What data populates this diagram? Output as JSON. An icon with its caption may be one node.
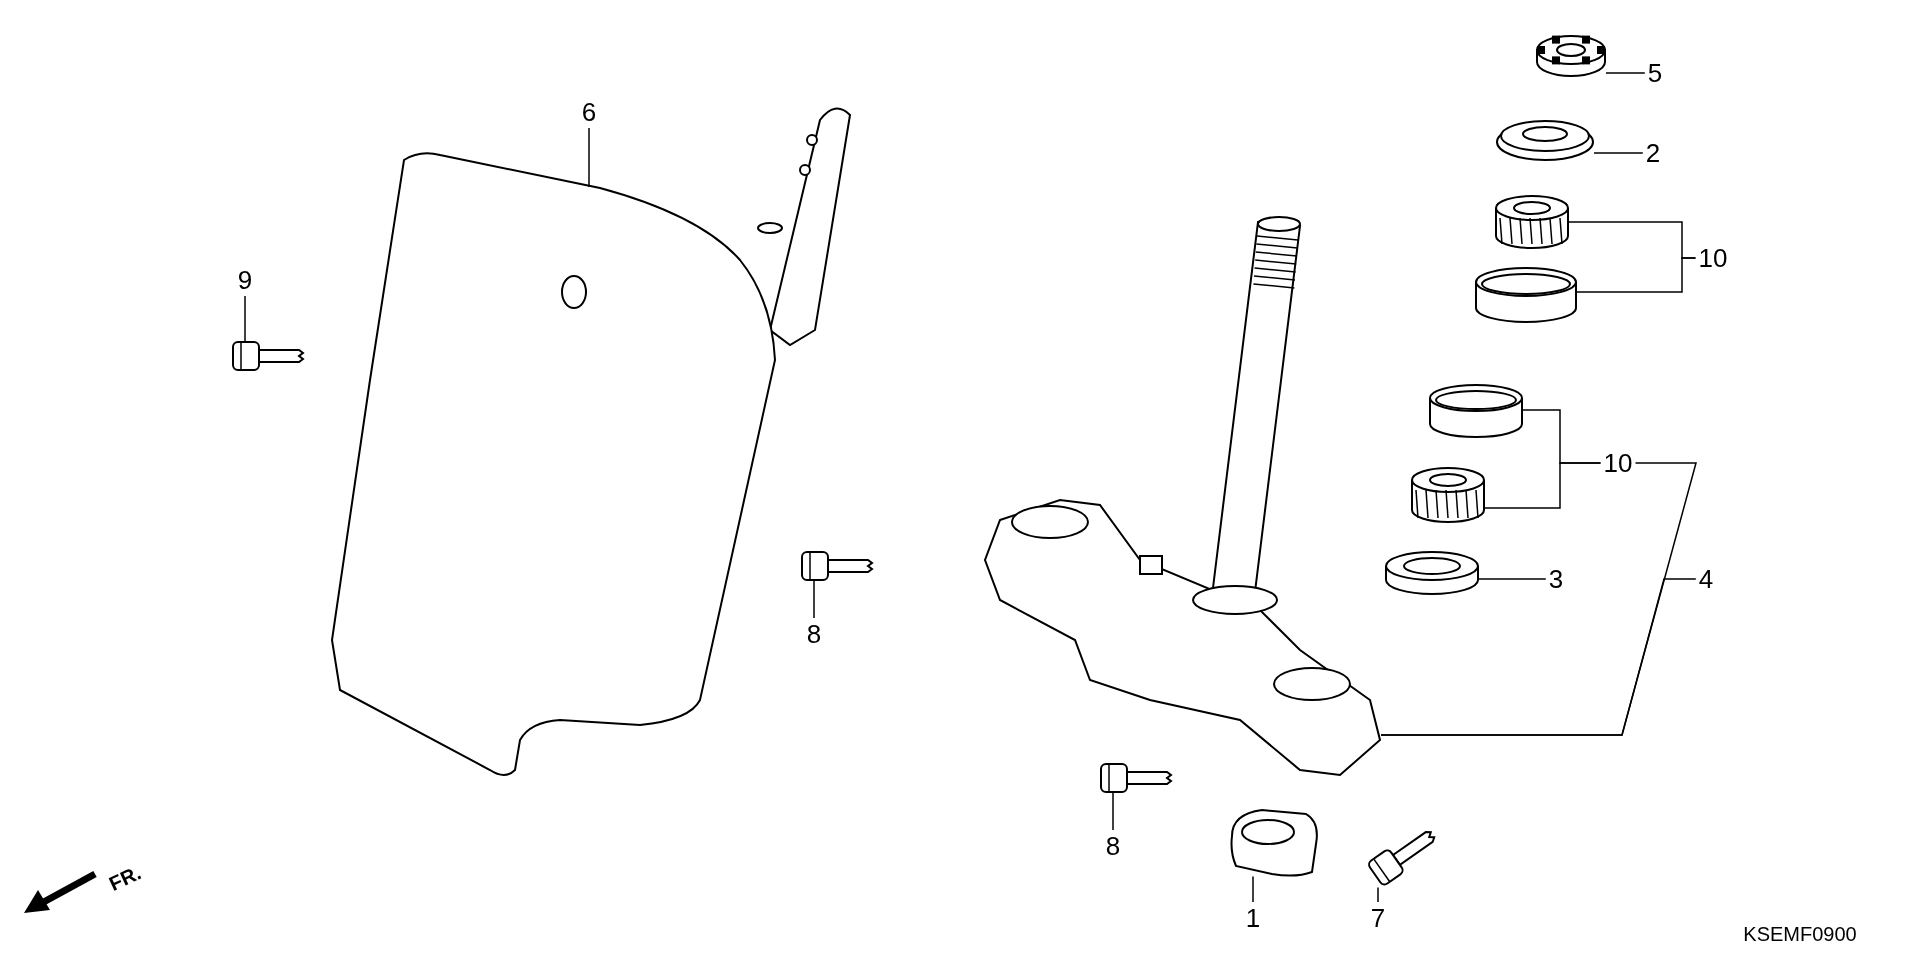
{
  "diagram": {
    "nodes": [
      {
        "text": [
          "5"
        ]
      },
      {
        "text": [],
        "shape": "picture"
      },
      {
        "text": [
          "2"
        ]
      },
      {
        "text": [],
        "shape": "picture"
      },
      {
        "text": [
          "10"
        ]
      },
      {
        "text": [],
        "shape": "picture"
      },
      {
        "text": [],
        "shape": "cylinder"
      },
      {
        "text": [
          "10"
        ]
      },
      {
        "text": [],
        "shape": "cylinder"
      },
      {
        "text": [],
        "shape": "picture"
      },
      {
        "text": [
          "3"
        ]
      },
      {
        "text": [],
        "shape": "picture"
      },
      {
        "text": [
          "4"
        ]
      },
      {
        "text": [],
        "shape": "picture"
      },
      {
        "text": [
          "6"
        ]
      },
      {
        "text": [],
        "shape": "picture"
      },
      {
        "text": [
          "9"
        ]
      },
      {
        "text": [],
        "shape": "picture"
      },
      {
        "text": [
          "8"
        ]
      },
      {
        "text": [],
        "shape": "picture"
      },
      {
        "text": [
          "8"
        ]
      },
      {
        "text": [],
        "shape": "picture"
      },
      {
        "text": [
          "1"
        ]
      },
      {
        "text": [],
        "shape": "picture"
      },
      {
        "text": [
          "7"
        ]
      },
      {
        "text": [],
        "shape": "picture"
      }
    ],
    "edges": [
      {
        "from": 0,
        "to": 1,
        "arrow": "none"
      },
      {
        "from": 2,
        "to": 3,
        "arrow": "none"
      },
      {
        "from": 4,
        "to": 5,
        "arrow": "none"
      },
      {
        "from": 4,
        "to": 6,
        "arrow": "none"
      },
      {
        "from": 7,
        "to": 8,
        "arrow": "none"
      },
      {
        "from": 7,
        "to": 9,
        "arrow": "none"
      },
      {
        "from": 10,
        "to": 11,
        "arrow": "none"
      },
      {
        "from": 12,
        "to": 13,
        "arrow": "none"
      },
      {
        "from": 14,
        "to": 15,
        "arrow": "none"
      },
      {
        "from": 16,
        "to": 17,
        "arrow": "none"
      },
      {
        "from": 18,
        "to": 19,
        "arrow": "none"
      },
      {
        "from": 20,
        "to": 21,
        "arrow": "none"
      },
      {
        "from": 22,
        "to": 23,
        "arrow": "none"
      },
      {
        "from": 24,
        "to": 25,
        "arrow": "none"
      },
      {
        "from": 7,
        "to": 13,
        "arrow": "none"
      }
    ],
    "labels": [
      "FR.",
      "KSEMF0900"
    ]
  }
}
